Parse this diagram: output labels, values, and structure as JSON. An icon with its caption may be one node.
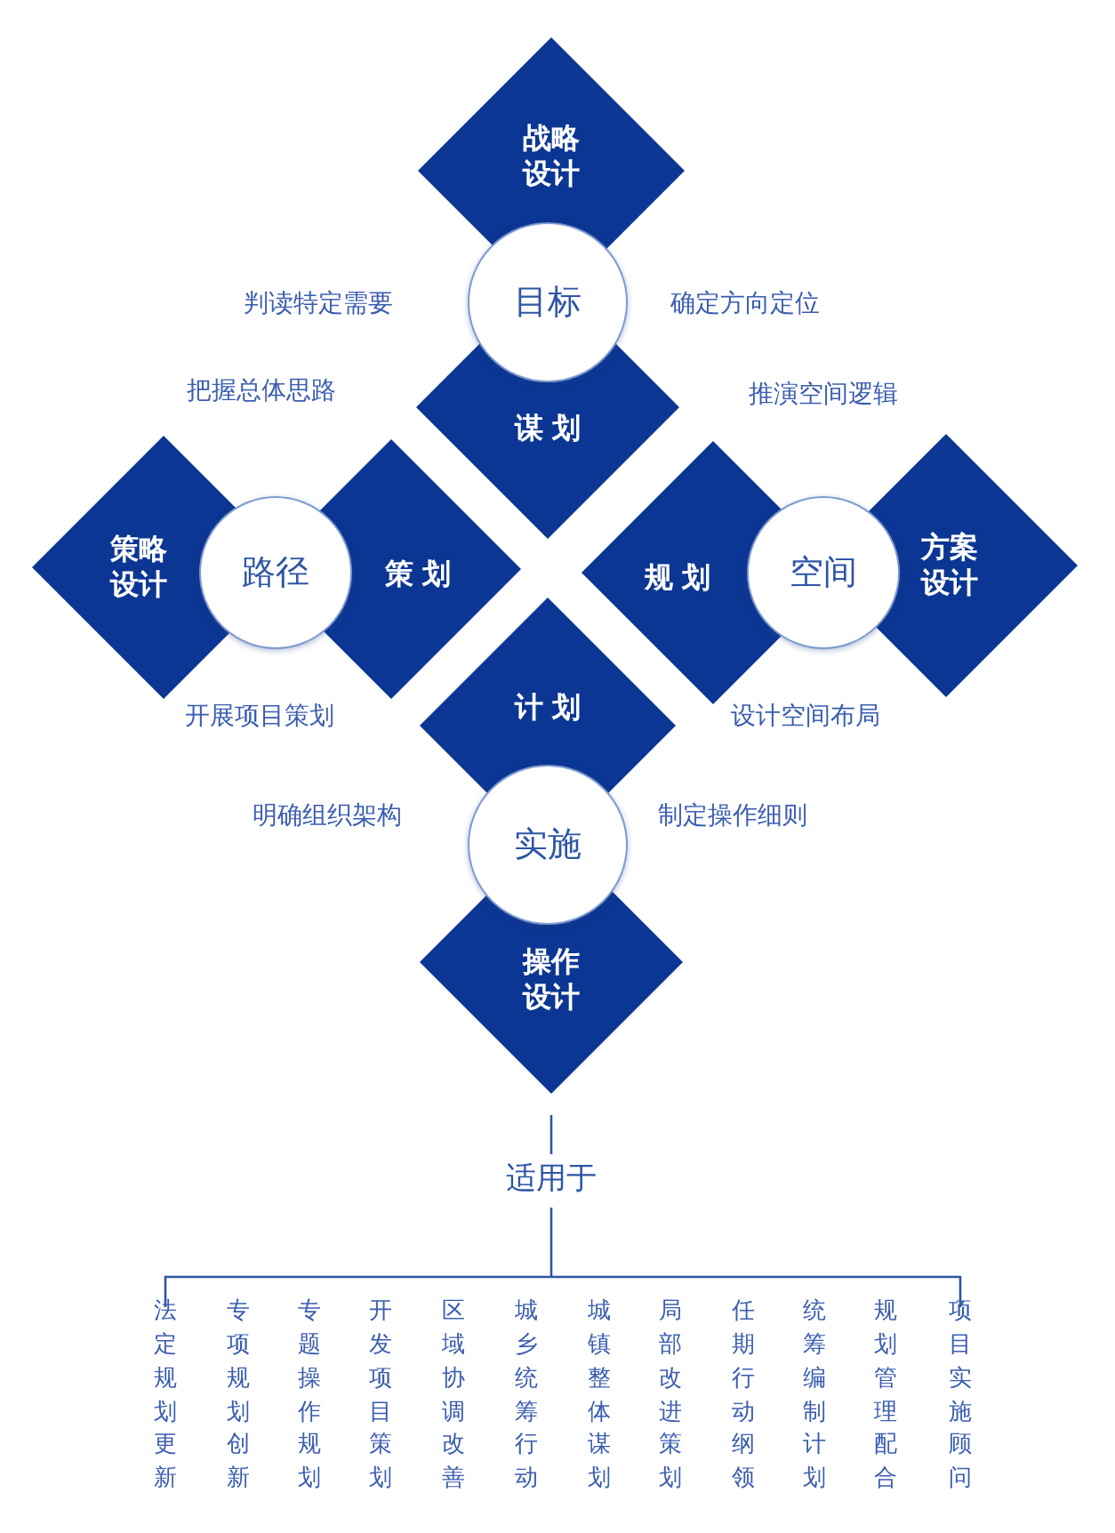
{
  "diagram": {
    "nodes": [
      {
        "text": [
          "战略设计"
        ]
      },
      {
        "text": [
          "目标"
        ]
      },
      {
        "text": [
          "谋划"
        ]
      },
      {
        "text": [
          "策略设计"
        ]
      },
      {
        "text": [
          "路径"
        ]
      },
      {
        "text": [
          "策划"
        ]
      },
      {
        "text": [
          "规划"
        ]
      },
      {
        "text": [
          "空间"
        ]
      },
      {
        "text": [
          "方案设计"
        ]
      },
      {
        "text": [
          "计划"
        ]
      },
      {
        "text": [
          "实施"
        ]
      },
      {
        "text": [
          "操作设计"
        ]
      },
      {
        "text": [
          "适用于"
        ]
      }
    ],
    "edges": [
      {
        "from": 11,
        "to": 12,
        "arrow": "none"
      }
    ],
    "labels": [
      "判读特定需要",
      "确定方向定位",
      "把握总体思路",
      "推演空间逻辑",
      "开展项目策划",
      "设计空间布局",
      "明确组织架构",
      "制定操作细则",
      "法定规划更新",
      "专项规划创新",
      "专题操作规划",
      "开发项目策划",
      "区域协调改善",
      "城乡统筹行动",
      "城镇整体谋划",
      "局部改进策划",
      "任期行动纲领",
      "统筹编制计划",
      "规划管理配合",
      "项目实施顾问"
    ]
  }
}
